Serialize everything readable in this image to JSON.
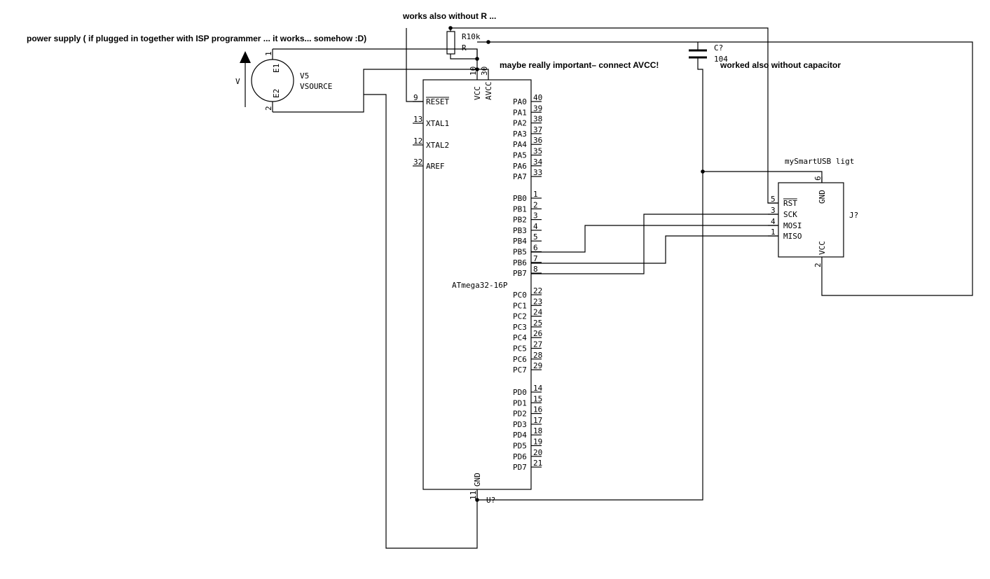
{
  "notes": {
    "power": "power supply  ( if plugged in together with ISP programmer ... it works... somehow :D)",
    "reset_r": "works also without R ...",
    "avcc": "maybe really important– connect AVCC!",
    "cap": "worked also without capacitor"
  },
  "source": {
    "ref": "V5",
    "value": "VSOURCE",
    "arrow_label": "V",
    "pin1": "1",
    "pin2": "2",
    "e1": "E1",
    "e2": "E2"
  },
  "resistor": {
    "ref": "R10k",
    "value": "R"
  },
  "capacitor": {
    "ref": "C?",
    "value": "104"
  },
  "mcu": {
    "name": "ATmega32-16P",
    "ref": "U?",
    "left_pins": [
      {
        "name": "RESET",
        "num": "9"
      },
      {
        "name": "XTAL1",
        "num": "13"
      },
      {
        "name": "XTAL2",
        "num": "12"
      },
      {
        "name": "AREF",
        "num": "32"
      }
    ],
    "top_pins": [
      {
        "name": "VCC",
        "num": "10"
      },
      {
        "name": "AVCC",
        "num": "30"
      }
    ],
    "bottom_pin": {
      "name": "GND",
      "num": "11"
    },
    "right_pins": [
      {
        "name": "PA0",
        "num": "40"
      },
      {
        "name": "PA1",
        "num": "39"
      },
      {
        "name": "PA2",
        "num": "38"
      },
      {
        "name": "PA3",
        "num": "37"
      },
      {
        "name": "PA4",
        "num": "36"
      },
      {
        "name": "PA5",
        "num": "35"
      },
      {
        "name": "PA6",
        "num": "34"
      },
      {
        "name": "PA7",
        "num": "33"
      },
      {
        "name": "PB0",
        "num": "1"
      },
      {
        "name": "PB1",
        "num": "2"
      },
      {
        "name": "PB2",
        "num": "3"
      },
      {
        "name": "PB3",
        "num": "4"
      },
      {
        "name": "PB4",
        "num": "5"
      },
      {
        "name": "PB5",
        "num": "6"
      },
      {
        "name": "PB6",
        "num": "7"
      },
      {
        "name": "PB7",
        "num": "8"
      },
      {
        "name": "PC0",
        "num": "22"
      },
      {
        "name": "PC1",
        "num": "23"
      },
      {
        "name": "PC2",
        "num": "24"
      },
      {
        "name": "PC3",
        "num": "25"
      },
      {
        "name": "PC4",
        "num": "26"
      },
      {
        "name": "PC5",
        "num": "27"
      },
      {
        "name": "PC6",
        "num": "28"
      },
      {
        "name": "PC7",
        "num": "29"
      },
      {
        "name": "PD0",
        "num": "14"
      },
      {
        "name": "PD1",
        "num": "15"
      },
      {
        "name": "PD2",
        "num": "16"
      },
      {
        "name": "PD3",
        "num": "17"
      },
      {
        "name": "PD4",
        "num": "18"
      },
      {
        "name": "PD5",
        "num": "19"
      },
      {
        "name": "PD6",
        "num": "20"
      },
      {
        "name": "PD7",
        "num": "21"
      }
    ]
  },
  "programmer": {
    "title": "mySmartUSB ligt",
    "ref": "J?",
    "left_pins": [
      {
        "name": "RST",
        "num": "5"
      },
      {
        "name": "SCK",
        "num": "3"
      },
      {
        "name": "MOSI",
        "num": "4"
      },
      {
        "name": "MISO",
        "num": "1"
      }
    ],
    "gnd": {
      "name": "GND",
      "num": "6"
    },
    "vcc": {
      "name": "VCC",
      "num": "2"
    }
  }
}
